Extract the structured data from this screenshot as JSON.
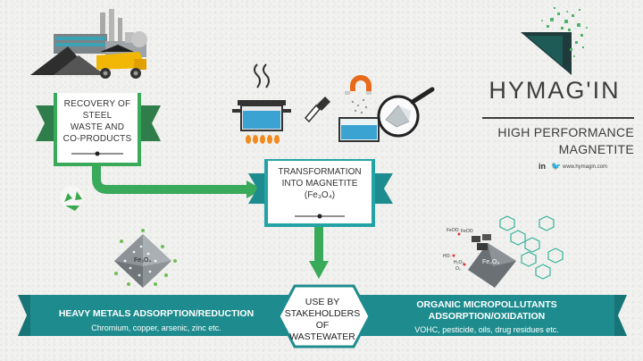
{
  "brand": {
    "name": "HYMAG'IN",
    "tagline_line1": "HIGH PERFORMANCE",
    "tagline_line2": "MAGNETITE",
    "social_in": "in",
    "social_twitter": "🐦",
    "website": "www.hymagin.com"
  },
  "steps": {
    "recovery": {
      "line1": "RECOVERY OF",
      "line2": "STEEL",
      "line3": "WASTE AND",
      "line4": "CO-PRODUCTS"
    },
    "transformation": {
      "line1": "TRANSFORMATION",
      "line2": "INTO MAGNETITE",
      "formula": "(Fe₃O₄)"
    },
    "use": {
      "line1": "USE BY",
      "line2": "STAKEHOLDERS",
      "line3": "OF WASTEWATER"
    }
  },
  "applications": {
    "left": {
      "title": "HEAVY METALS ADSORPTION/REDUCTION",
      "subtitle": "Chromium, copper, arsenic, zinc etc."
    },
    "right": {
      "title_line1": "ORGANIC MICROPOLLUTANTS",
      "title_line2": "ADSORPTION/OXIDATION",
      "subtitle": "VOHC, pesticide, oils, drug residues etc."
    }
  },
  "crystal_labels": {
    "left": "Fe₃O₄",
    "right": "Fe₃O₄"
  },
  "molecule_labels": {
    "a": "FeOO",
    "b": "FeOO",
    "c": "HO·",
    "d": "H₂O₂",
    "e": "O₂"
  },
  "colors": {
    "teal": "#1e8c8e",
    "green": "#39a95a",
    "dark_green": "#2f7d4a",
    "text_dark": "#3d3d3d"
  },
  "icons": [
    "factory-icon",
    "mining-truck-icon",
    "recycle-icon",
    "cooking-pot-icon",
    "magnet-icon",
    "magnifier-icon",
    "crystal-icon",
    "molecule-icon",
    "linkedin-icon",
    "twitter-icon",
    "logo-icon"
  ]
}
